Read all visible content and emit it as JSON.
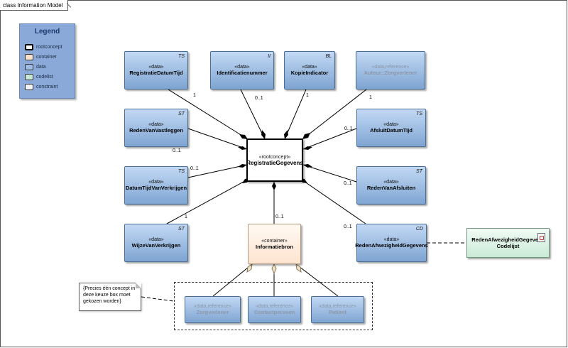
{
  "frame": {
    "title": "class Information Model"
  },
  "legend": {
    "title": "Legend",
    "items": [
      {
        "label": "rootconcept",
        "fill": "#ffffff",
        "border": "#000000"
      },
      {
        "label": "container",
        "fill": "#fde3cf",
        "border": "#b09a80"
      },
      {
        "label": "data",
        "fill": "#9fbde6",
        "border": "#4a6f95"
      },
      {
        "label": "codelist",
        "fill": "#c9ead6",
        "border": "#6f9a7f"
      },
      {
        "label": "constraint",
        "fill": "#f6f4fb",
        "border": "#888888"
      }
    ]
  },
  "root": {
    "stereotype": "«rootconcept»",
    "name": "RegistratieGegevens"
  },
  "container": {
    "stereotype": "«container»",
    "name": "Informatiebron"
  },
  "classes": {
    "registratie_datum_tijd": {
      "stereotype": "«data»",
      "name": "RegistratieDatumTijd",
      "tag": "TS"
    },
    "identificatienummer": {
      "stereotype": "«data»",
      "name": "Identificatienummer",
      "tag": "II"
    },
    "kopie_indicator": {
      "stereotype": "«data»",
      "name": "KopieIndicator",
      "tag": "BL"
    },
    "auteur_zorgverlener": {
      "stereotype": "«data,reference»",
      "name": "Auteur::Zorgverlener",
      "tag": ""
    },
    "reden_van_vastleggen": {
      "stereotype": "«data»",
      "name": "RedenVanVastleggen",
      "tag": "ST"
    },
    "afsluit_datum_tijd": {
      "stereotype": "«data»",
      "name": "AfsluitDatumTijd",
      "tag": "TS"
    },
    "datum_tijd_van_verkrijgen": {
      "stereotype": "«data»",
      "name": "DatumTijdVanVerkrijgen",
      "tag": "TS"
    },
    "reden_van_afsluiten": {
      "stereotype": "«data»",
      "name": "RedenVanAfsluiten",
      "tag": "ST"
    },
    "wijze_van_verkrijgen": {
      "stereotype": "«data»",
      "name": "WijzeVanVerkrijgen",
      "tag": "ST"
    },
    "reden_afwezigheid_gegevens": {
      "stereotype": "«data»",
      "name": "RedenAfwezigheidGegevens",
      "tag": "CD"
    },
    "zorgverlener": {
      "stereotype": "«data,reference»",
      "name": "Zorgverlener",
      "tag": ""
    },
    "contactpersoon": {
      "stereotype": "«data,reference»",
      "name": "Contactpersoon",
      "tag": ""
    },
    "patient": {
      "stereotype": "«data,reference»",
      "name": "Patient",
      "tag": ""
    }
  },
  "codelist": {
    "line1": "RedenAfwezigheidGegevens",
    "line2": "Codelijst"
  },
  "note": {
    "text": "{Precies één concept in deze keuze box moet gekozen worden}"
  },
  "multiplicities": {
    "registratie_datum_tijd": "1",
    "identificatienummer": "0..1",
    "kopie_indicator": "1",
    "auteur_zorgverlener": "1",
    "reden_van_vastleggen": "0..1",
    "afsluit_datum_tijd": "0..1",
    "datum_tijd_van_verkrijgen": "0..1",
    "reden_van_afsluiten": "0..1",
    "wijze_van_verkrijgen": "1",
    "informatiebron": "0..1",
    "reden_afwezigheid_gegevens": "0..1"
  }
}
